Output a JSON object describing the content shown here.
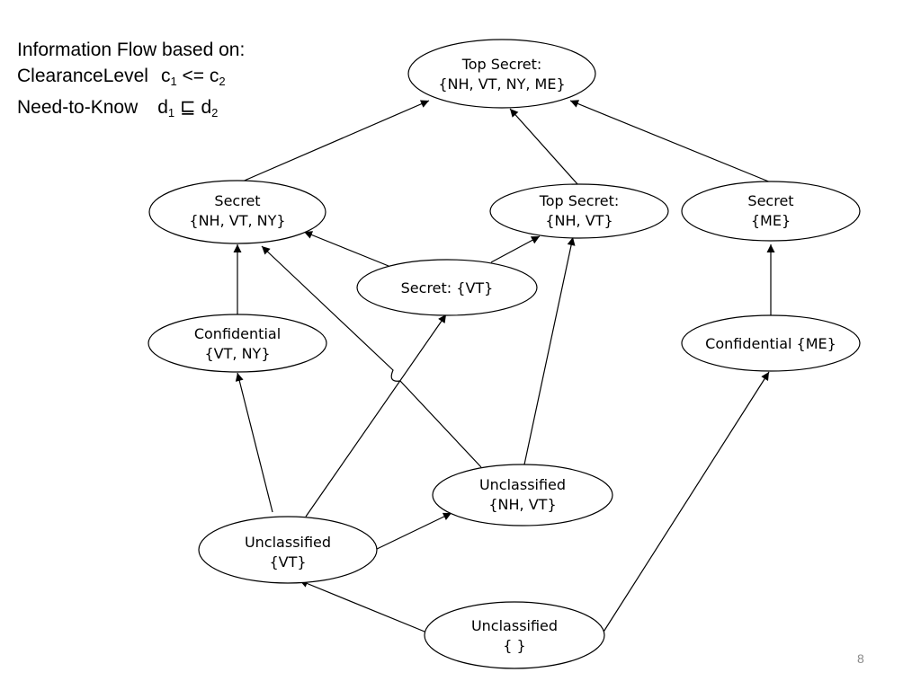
{
  "legend": {
    "title": "Information Flow based on:",
    "clearance_label": "ClearanceLevel",
    "clearance_a": "c",
    "clearance_a_sub": "1",
    "clearance_op": "<=",
    "clearance_b": "c",
    "clearance_b_sub": "2",
    "need_label": "Need-to-Know",
    "need_a": "d",
    "need_a_sub": "1",
    "need_op": "⊑",
    "need_b": "d",
    "need_b_sub": "2"
  },
  "nodes": {
    "top_secret_all": {
      "line1": "Top Secret:",
      "line2": "{NH, VT, NY, ME}"
    },
    "secret_nh_vt_ny": {
      "line1": "Secret",
      "line2": "{NH, VT, NY}"
    },
    "top_secret_nh_vt": {
      "line1": "Top Secret:",
      "line2": "{NH, VT}"
    },
    "secret_me": {
      "line1": "Secret",
      "line2": "{ME}"
    },
    "secret_vt": {
      "line1": "Secret: {VT}"
    },
    "confidential_vt_ny": {
      "line1": "Confidential",
      "line2": "{VT, NY}"
    },
    "confidential_me": {
      "line1": "Confidential {ME}"
    },
    "unclassified_nh_vt": {
      "line1": "Unclassified",
      "line2": "{NH, VT}"
    },
    "unclassified_vt": {
      "line1": "Unclassified",
      "line2": "{VT}"
    },
    "unclassified_empty": {
      "line1": "Unclassified",
      "line2": "{ }"
    }
  },
  "edges": [
    {
      "from": "Secret {NH, VT, NY}",
      "to": "Top Secret: {NH, VT, NY, ME}"
    },
    {
      "from": "Top Secret: {NH, VT}",
      "to": "Top Secret: {NH, VT, NY, ME}"
    },
    {
      "from": "Secret {ME}",
      "to": "Top Secret: {NH, VT, NY, ME}"
    },
    {
      "from": "Secret: {VT}",
      "to": "Secret {NH, VT, NY}"
    },
    {
      "from": "Secret: {VT}",
      "to": "Top Secret: {NH, VT}"
    },
    {
      "from": "Confidential {VT, NY}",
      "to": "Secret {NH, VT, NY}"
    },
    {
      "from": "Confidential {ME}",
      "to": "Secret {ME}"
    },
    {
      "from": "Unclassified {NH, VT}",
      "to": "Secret {NH, VT, NY}"
    },
    {
      "from": "Unclassified {NH, VT}",
      "to": "Top Secret: {NH, VT}"
    },
    {
      "from": "Unclassified {VT}",
      "to": "Confidential {VT, NY}"
    },
    {
      "from": "Unclassified {VT}",
      "to": "Secret: {VT}"
    },
    {
      "from": "Unclassified {VT}",
      "to": "Unclassified {NH, VT}"
    },
    {
      "from": "Unclassified { }",
      "to": "Unclassified {VT}"
    },
    {
      "from": "Unclassified { }",
      "to": "Confidential {ME}"
    }
  ],
  "slide_number": "8"
}
